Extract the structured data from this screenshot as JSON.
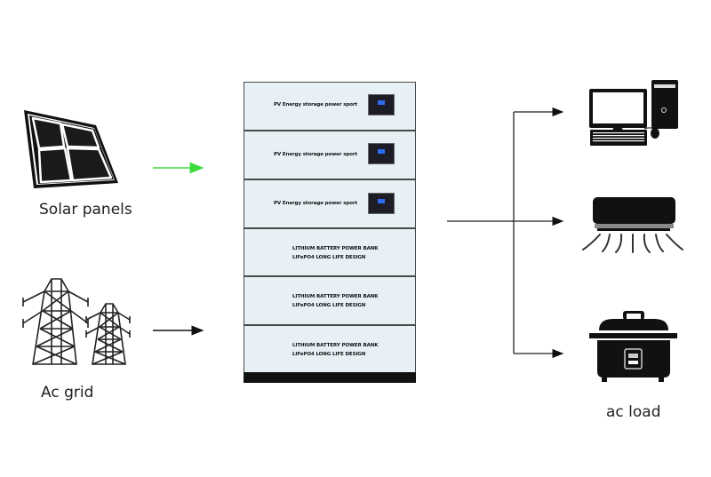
{
  "sources": {
    "solar": {
      "label": "Solar panels",
      "icon": "solar-panel-icon",
      "arrow_color": "#3ddc3d"
    },
    "grid": {
      "label": "Ac grid",
      "icon": "power-tower-icon",
      "arrow_color": "#111111"
    }
  },
  "storage": {
    "pv_modules": [
      {
        "text": "PV Energy storage power sport",
        "screen_color": "#2d6cf0"
      },
      {
        "text": "PV Energy storage power sport",
        "screen_color": "#2d6cf0"
      },
      {
        "text": "PV Energy storage power sport",
        "screen_color": "#2d6cf0"
      }
    ],
    "battery_modules": [
      {
        "line1": "LITHIUM BATTERY POWER BANK",
        "line2": "LIFePO4 LONG LIFE DESIGN"
      },
      {
        "line1": "LITHIUM BATTERY POWER BANK",
        "line2": "LIFePO4 LONG LIFE DESIGN"
      },
      {
        "line1": "LITHIUM BATTERY POWER BANK",
        "line2": "LIFePO4 LONG LIFE DESIGN"
      }
    ],
    "panel_color": "#e7f1f5"
  },
  "loads": {
    "label": "ac load",
    "items": [
      {
        "name": "desktop computer",
        "icon": "computer-icon"
      },
      {
        "name": "air conditioner",
        "icon": "air-conditioner-icon"
      },
      {
        "name": "rice cooker",
        "icon": "rice-cooker-icon"
      }
    ]
  }
}
